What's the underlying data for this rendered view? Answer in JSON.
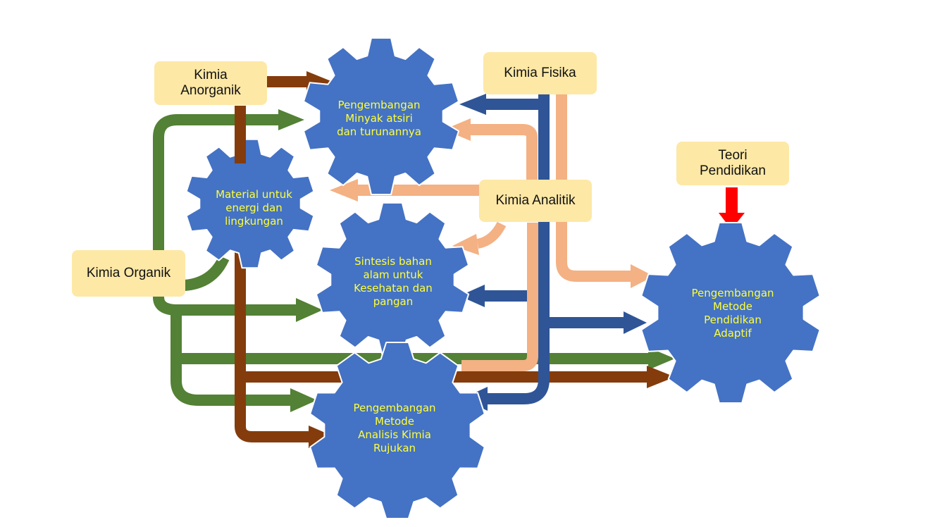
{
  "colors": {
    "gear": "#4472c4",
    "gear_stroke": "#ffffff",
    "gear_text": "#ffff3a",
    "box": "#fde8a6",
    "organik": "#538135",
    "anorganik": "#843c0c",
    "fisika": "#2f5597",
    "analitik": "#f4b183",
    "pendidikan": "#ff0000"
  },
  "sources": {
    "anorganik": "Kimia\nAnorganik",
    "fisika": "Kimia Fisika",
    "analitik": "Kimia Analitik",
    "organik": "Kimia Organik",
    "teori": "Teori\nPendidikan"
  },
  "gears": {
    "minyak": "Pengembangan\nMinyak atsiri\ndan turunannya",
    "material": "Material untuk\nenergi dan\nlingkungan",
    "sintesis": "Sintesis bahan\nalam untuk\nKesehatan dan\npangan",
    "metode_analisis": "Pengembangan\nMetode\nAnalisis Kimia\nRujukan",
    "metode_pendidikan": "Pengembangan\nMetode\nPendidikan\nAdaptif"
  }
}
